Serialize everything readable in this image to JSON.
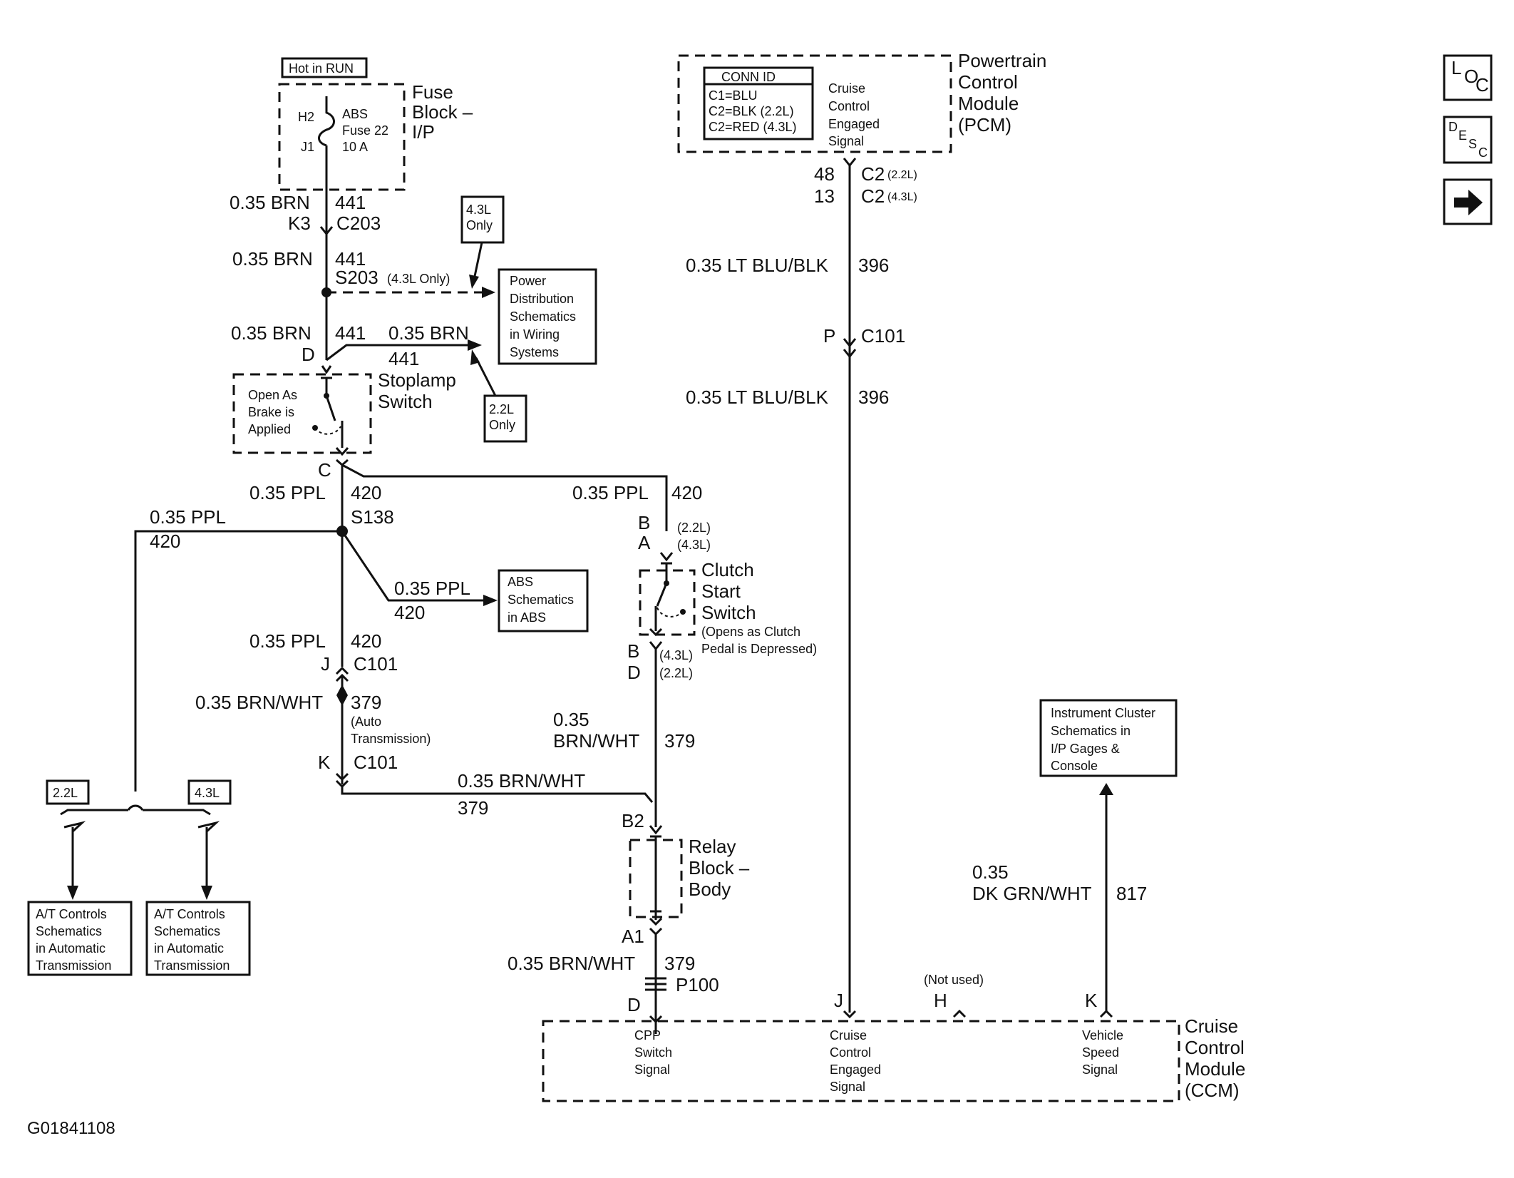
{
  "fuse_block": {
    "hot_label": "Hot in RUN",
    "h2": "H2",
    "j1": "J1",
    "fuse_l1": "ABS",
    "fuse_l2": "Fuse 22",
    "fuse_l3": "10 A",
    "title_l1": "Fuse",
    "title_l2": "Block –",
    "title_l3": "I/P"
  },
  "left_circuit": {
    "w1_gauge": "0.35 BRN",
    "w1_circuit": "441",
    "w1_pin": "K3",
    "w1_conn": "C203",
    "w2_gauge": "0.35 BRN",
    "w2_circuit": "441",
    "splice": "S203",
    "splice_note": "(4.3L Only)",
    "note_43_l1": "4.3L",
    "note_43_l2": "Only",
    "pwr_l1": "Power",
    "pwr_l2": "Distribution",
    "pwr_l3": "Schematics",
    "pwr_l4": "in Wiring",
    "pwr_l5": "Systems",
    "w3_gauge": "0.35 BRN",
    "w3_circuit": "441",
    "w3_pin": "D",
    "w3b_gauge": "0.35 BRN",
    "w3b_circuit": "441",
    "note_22_l1": "2.2L",
    "note_22_l2": "Only",
    "stop_l1": "Stoplamp",
    "stop_l2": "Switch",
    "stop_desc_l1": "Open As",
    "stop_desc_l2": "Brake is",
    "stop_desc_l3": "Applied",
    "pin_c": "C",
    "w4_gauge": "0.35 PPL",
    "w4_circuit": "420",
    "splice2": "S138",
    "w5_gauge": "0.35 PPL",
    "w5_circuit": "420",
    "w6_gauge": "0.35 PPL",
    "w6_circuit": "420",
    "abs_l1": "ABS",
    "abs_l2": "Schematics",
    "abs_l3": "in ABS",
    "w7_gauge": "0.35 PPL",
    "w7_circuit": "420",
    "w7_pin": "J",
    "w7_conn": "C101",
    "w8_gauge": "0.35 BRN/WHT",
    "w8_circuit": "379",
    "w8_note_l1": "(Auto",
    "w8_note_l2": "Transmission)",
    "w8_pin": "K",
    "w8_conn": "C101",
    "w9_gauge": "0.35 BRN/WHT",
    "w9_circuit": "379",
    "opt_22": "2.2L",
    "opt_43": "4.3L",
    "at1_l1": "A/T Controls",
    "at1_l2": "Schematics",
    "at1_l3": "in Automatic",
    "at1_l4": "Transmission",
    "at2_l1": "A/T Controls",
    "at2_l2": "Schematics",
    "at2_l3": "in Automatic",
    "at2_l4": "Transmission"
  },
  "clutch_circuit": {
    "w1_gauge": "0.35 PPL",
    "w1_circuit": "420",
    "pin_b": "B",
    "pin_a": "A",
    "eng_22": "(2.2L)",
    "eng_43": "(4.3L)",
    "title_l1": "Clutch",
    "title_l2": "Start",
    "title_l3": "Switch",
    "desc_l1": "(Opens as Clutch",
    "desc_l2": "Pedal is Depressed)",
    "pin_b2": "B",
    "pin_d2": "D",
    "eng_43b": "(4.3L)",
    "eng_22b": "(2.2L)",
    "w2_gauge_l1": "0.35",
    "w2_gauge_l2": "BRN/WHT",
    "w2_circuit": "379",
    "relay_pin_top": "B2",
    "relay_l1": "Relay",
    "relay_l2": "Block –",
    "relay_l3": "Body",
    "relay_pin_bot": "A1",
    "w3_gauge": "0.35 BRN/WHT",
    "w3_circuit": "379",
    "conn": "P100",
    "pin_d": "D"
  },
  "pcm": {
    "conn_id_title": "CONN ID",
    "conn_id_l1": "C1=BLU",
    "conn_id_l2": "C2=BLK (2.2L)",
    "conn_id_l3": "C2=RED (4.3L)",
    "sig_l1": "Cruise",
    "sig_l2": "Control",
    "sig_l3": "Engaged",
    "sig_l4": "Signal",
    "title_l1": "Powertrain",
    "title_l2": "Control",
    "title_l3": "Module",
    "title_l4": "(PCM)",
    "pin_48": "48",
    "pin_13": "13",
    "conn_c2a": "C2",
    "conn_c2a_eng": "(2.2L)",
    "conn_c2b": "C2",
    "conn_c2b_eng": "(4.3L)",
    "w1_gauge": "0.35 LT BLU/BLK",
    "w1_circuit": "396",
    "pin_p": "P",
    "conn_c101": "C101",
    "w2_gauge": "0.35 LT BLU/BLK",
    "w2_circuit": "396"
  },
  "cluster": {
    "l1": "Instrument Cluster",
    "l2": "Schematics in",
    "l3": "I/P Gages &",
    "l4": "Console",
    "w_gauge_l1": "0.35",
    "w_gauge_l2": "DK GRN/WHT",
    "w_circuit": "817"
  },
  "ccm": {
    "pin_d": "D",
    "pin_j": "J",
    "pin_h": "H",
    "pin_h_note": "(Not used)",
    "pin_k": "K",
    "cpp_l1": "CPP",
    "cpp_l2": "Switch",
    "cpp_l3": "Signal",
    "cce_l1": "Cruise",
    "cce_l2": "Control",
    "cce_l3": "Engaged",
    "cce_l4": "Signal",
    "vss_l1": "Vehicle",
    "vss_l2": "Speed",
    "vss_l3": "Signal",
    "title_l1": "Cruise",
    "title_l2": "Control",
    "title_l3": "Module",
    "title_l4": "(CCM)"
  },
  "figure_id": "G01841108",
  "nav": {
    "loc_l": "L",
    "loc_o": "O",
    "loc_c": "C",
    "desc_d": "D",
    "desc_e": "E",
    "desc_s": "S",
    "desc_c": "C"
  }
}
